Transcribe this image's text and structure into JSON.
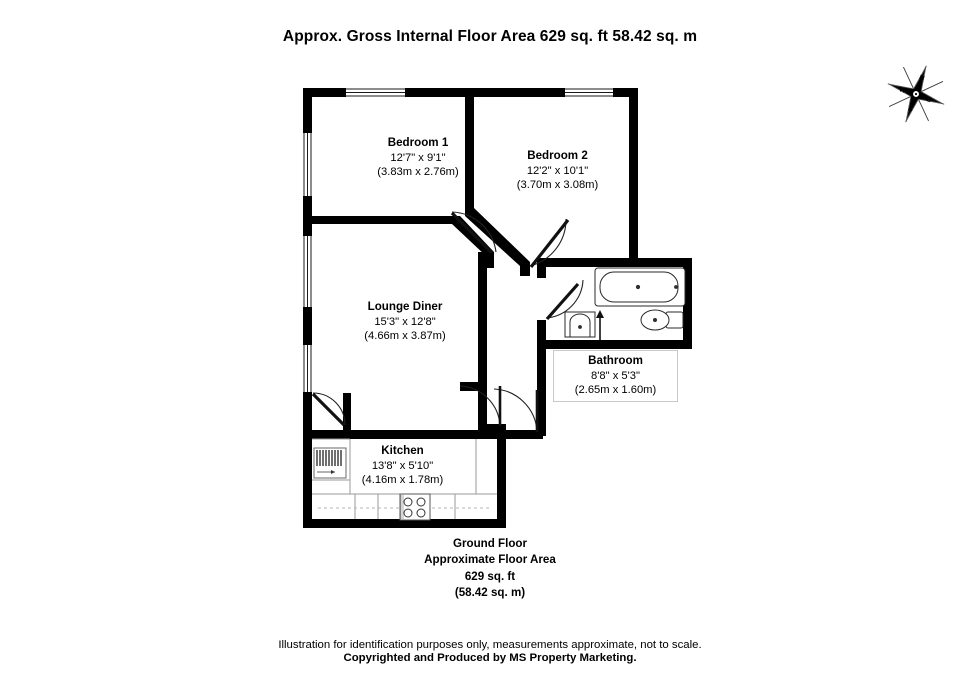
{
  "document": {
    "title": "Approx. Gross Internal Floor Area 629 sq. ft 58.42 sq. m"
  },
  "rooms": [
    {
      "key": "bedroom1",
      "name": "Bedroom 1",
      "imperial": "12'7\" x 9'1\"",
      "metric": "(3.83m x 2.76m)",
      "boxed": false
    },
    {
      "key": "bedroom2",
      "name": "Bedroom 2",
      "imperial": "12'2\" x 10'1\"",
      "metric": "(3.70m x 3.08m)",
      "boxed": false
    },
    {
      "key": "lounge_diner",
      "name": "Lounge Diner",
      "imperial": "15'3\" x 12'8\"",
      "metric": "(4.66m x 3.87m)",
      "boxed": false
    },
    {
      "key": "bathroom",
      "name": "Bathroom",
      "imperial": "8'8\" x 5'3\"",
      "metric": "(2.65m x 1.60m)",
      "boxed": true
    },
    {
      "key": "kitchen",
      "name": "Kitchen",
      "imperial": "13'8\" x 5'10\"",
      "metric": "(4.16m x 1.78m)",
      "boxed": false
    }
  ],
  "footer": {
    "floor": "Ground Floor",
    "area_caption": "Approximate Floor Area",
    "area_sqft": "629 sq. ft",
    "area_sqm": "(58.42 sq. m)"
  },
  "disclaimer": {
    "line1": "Illustration for identification purposes only, measurements approximate, not to scale.",
    "line2": "Copyrighted  and Produced by MS Property Marketing."
  },
  "compass": {
    "label": "compass-rose",
    "points": [
      "N",
      "E",
      "S",
      "W"
    ]
  },
  "colors": {
    "wall": "#000000",
    "fixture_line": "#111111",
    "label_box_border": "#c9c9c9",
    "background": "#ffffff",
    "counter_line": "#9a9a9a"
  },
  "fixtures": [
    {
      "key": "bath",
      "name": "bathtub"
    },
    {
      "key": "toilet",
      "name": "toilet"
    },
    {
      "key": "basin",
      "name": "wash-basin"
    },
    {
      "key": "hob",
      "name": "kitchen-hob"
    },
    {
      "key": "appliance",
      "name": "kitchen-appliance"
    }
  ]
}
